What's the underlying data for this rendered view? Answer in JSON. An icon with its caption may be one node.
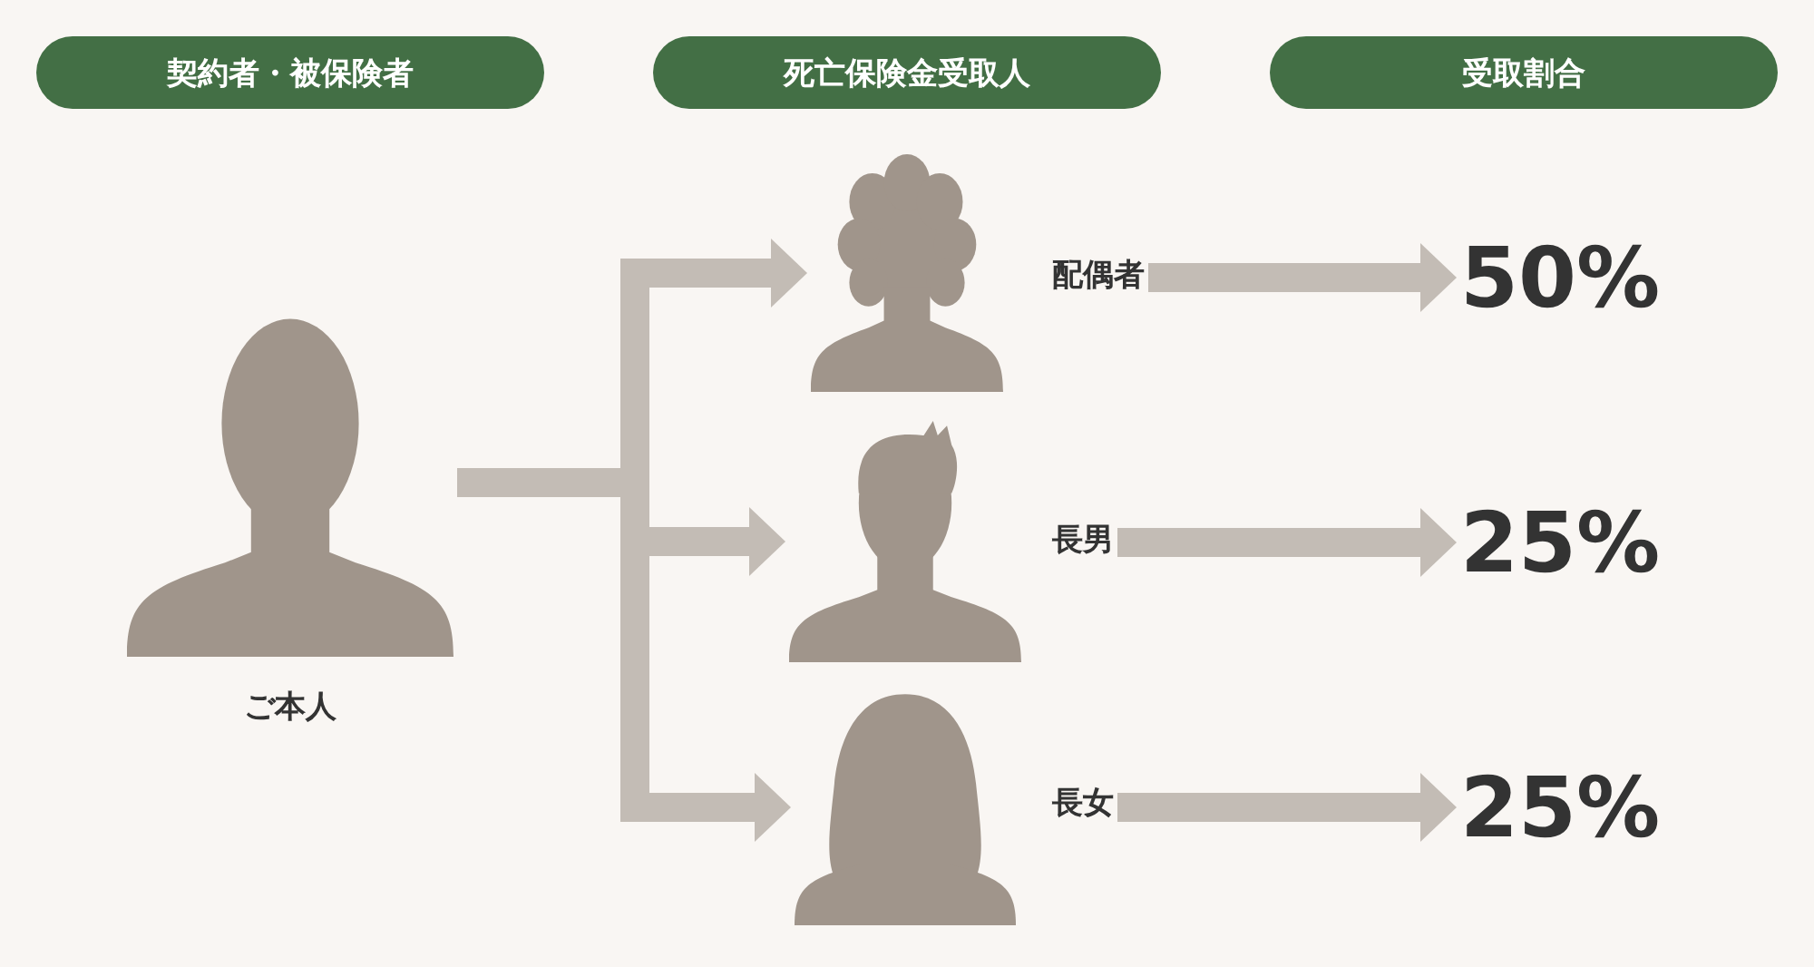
{
  "diagram": {
    "nodes": [
      {
        "text": [
          "契約者・被保険者"
        ]
      },
      {
        "text": [
          "死亡保険金受取人"
        ]
      },
      {
        "text": [
          "受取割合"
        ]
      },
      {
        "text": [],
        "shape": "person",
        "beside": [
          "ご本人"
        ]
      },
      {
        "text": [],
        "shape": "person"
      },
      {
        "text": [],
        "shape": "person"
      },
      {
        "text": [],
        "shape": "person"
      },
      {
        "text": [
          "配偶者"
        ]
      },
      {
        "text": [
          "50%"
        ]
      },
      {
        "text": [
          "長男"
        ]
      },
      {
        "text": [
          "25%"
        ]
      },
      {
        "text": [
          "長女"
        ]
      },
      {
        "text": [
          "25%"
        ]
      }
    ],
    "edges": [
      {
        "from": 3,
        "to": 4,
        "arrow": "to"
      },
      {
        "from": 3,
        "to": 5,
        "arrow": "to"
      },
      {
        "from": 3,
        "to": 6,
        "arrow": "to"
      },
      {
        "from": 7,
        "to": 8,
        "arrow": "to"
      },
      {
        "from": 9,
        "to": 10,
        "arrow": "to"
      },
      {
        "from": 11,
        "to": 12,
        "arrow": "to"
      }
    ]
  }
}
